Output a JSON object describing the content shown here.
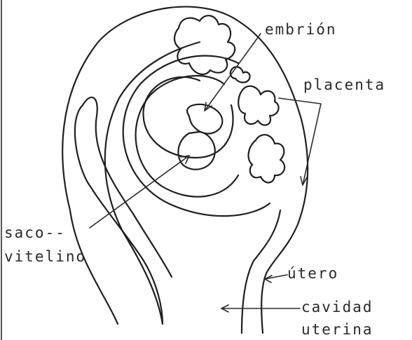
{
  "labels": {
    "embrion": "embrión",
    "placenta": "placenta",
    "saco_line1": "saco--",
    "saco_line2": "vitelino",
    "utero": "útero",
    "cavidad_line1": "cavidad",
    "cavidad_line2": "uterina"
  },
  "colors": {
    "ink": "#1f1f1f",
    "paper": "#ffffff"
  }
}
